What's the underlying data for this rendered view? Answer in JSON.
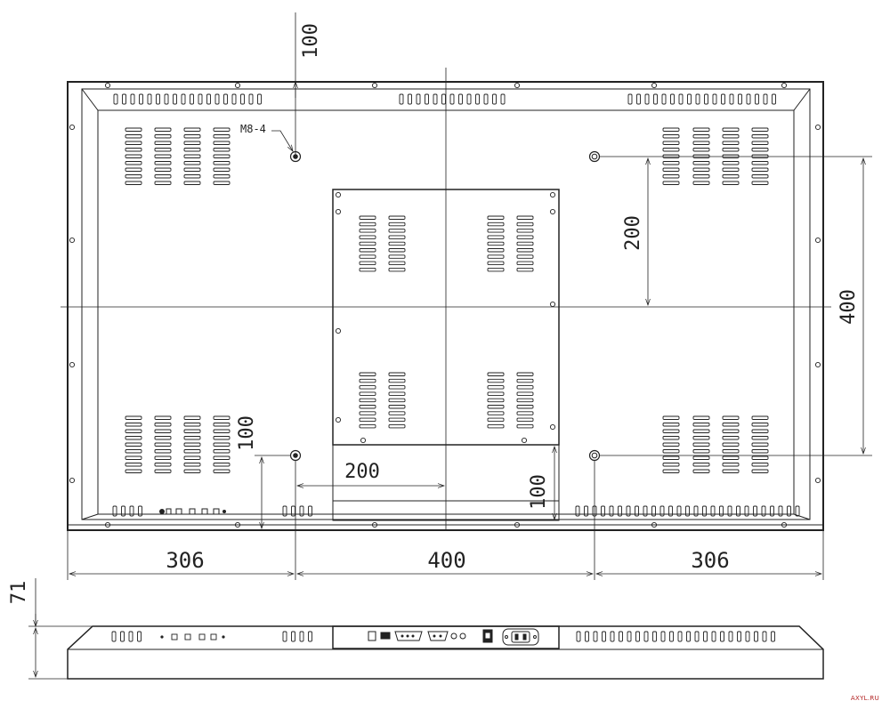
{
  "drawing": {
    "callout": "M8-4",
    "dimensions": {
      "top_offset": "100",
      "left_width": "306",
      "center_width": "400",
      "right_width": "306",
      "vesa_vertical": "400",
      "half_vertical": "200",
      "half_horizontal": "200",
      "bottom_left_offset": "100",
      "bottom_center_offset": "100",
      "depth": "71"
    }
  },
  "watermark": "AXYL.RU"
}
